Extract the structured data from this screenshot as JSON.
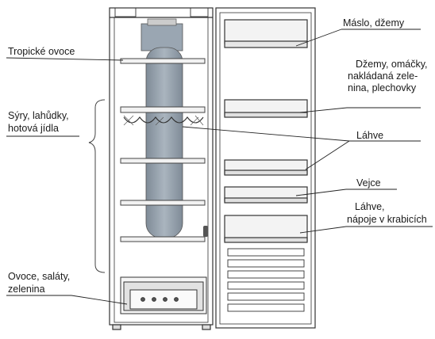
{
  "labels": {
    "tropicke_ovoce": "Tropické ovoce",
    "syry_line1": "Sýry, lahůdky,",
    "syry_line2": "hotová jídla",
    "ovoce_line1": "Ovoce, saláty,",
    "ovoce_line2": "zelenina",
    "maslo": "Máslo, džemy",
    "dzemy_line1": "Džemy, omáčky,",
    "dzemy_line2": "nakládaná zele-",
    "dzemy_line3": "nina, plechovky",
    "lahve": "Láhve",
    "vejce": "Vejce",
    "lahve2_line1": "Láhve,",
    "lahve2_line2": "nápoje v krabicích"
  },
  "colors": {
    "outline": "#333333",
    "shelf": "#555555",
    "air_duct": "#8e9aa6",
    "air_duct_light": "#b8c3cc",
    "leader_line": "#222222"
  }
}
